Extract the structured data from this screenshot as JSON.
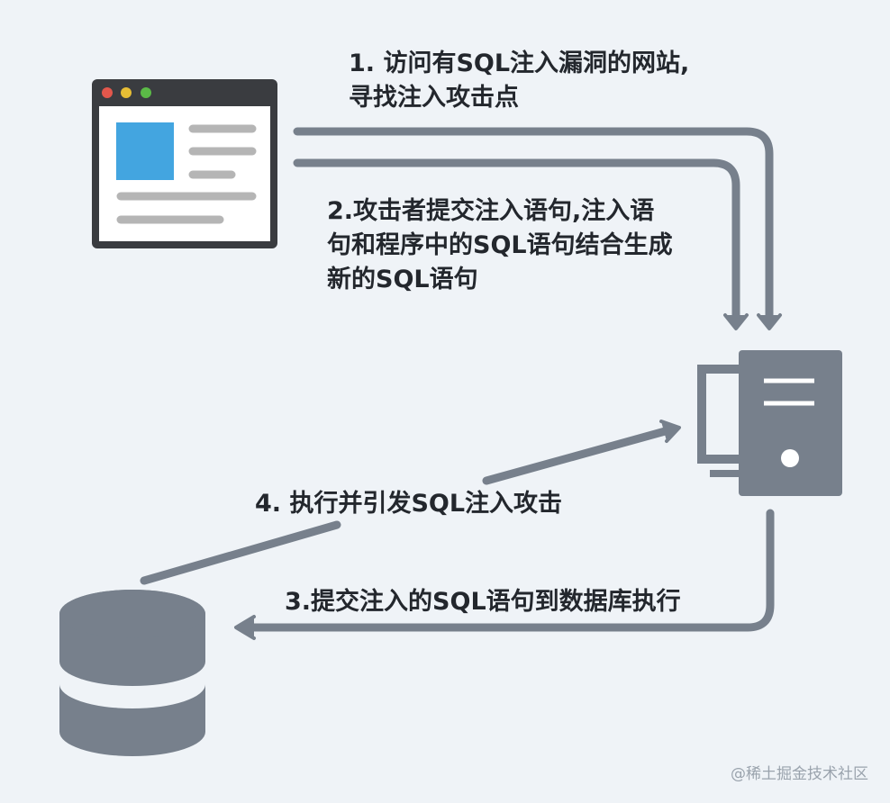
{
  "steps": {
    "step1": {
      "lines": [
        "1. 访问有SQL注入漏洞的网站,",
        "寻找注入攻击点"
      ]
    },
    "step2": {
      "lines": [
        "2.攻击者提交注入语句,注入语",
        "句和程序中的SQL语句结合生成",
        "新的SQL语句"
      ]
    },
    "step3": {
      "text": "3.提交注入的SQL语句到数据库执行"
    },
    "step4": {
      "text": "4. 执行并引发SQL注入攻击"
    }
  },
  "watermark": "@稀土掘金技术社区",
  "icons": {
    "browser": "browser-window-icon",
    "server": "server-icon",
    "database": "database-icon"
  },
  "colors": {
    "background": "#eff3f7",
    "arrow": "#77808c",
    "text": "#23272d",
    "browser_frame": "#3a3c40",
    "browser_image": "#43a5e0",
    "dot_red": "#e2574c",
    "dot_yellow": "#e6bd35",
    "dot_green": "#5bba47"
  }
}
